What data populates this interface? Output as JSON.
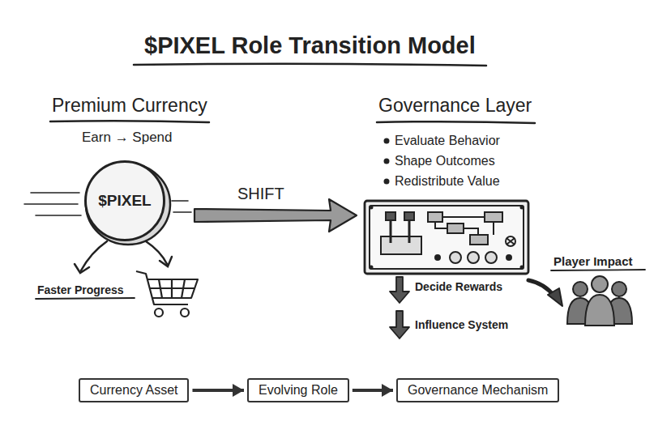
{
  "diagram": {
    "title": "$PIXEL Role Transition Model",
    "nodes": [
      {
        "text": [
          "$PIXEL"
        ]
      },
      {
        "text": [
          "Currency Asset"
        ]
      },
      {
        "text": [
          "Evolving Role"
        ]
      },
      {
        "text": [
          "Governance Mechanism"
        ]
      }
    ],
    "edges": [
      {
        "from": 1,
        "to": 2,
        "arrow": "to"
      },
      {
        "from": 2,
        "to": 3,
        "arrow": "to"
      }
    ],
    "labels": [
      "Premium Currency",
      "Earn → Spend",
      "Faster Progress",
      "SHIFT",
      "Governance Layer",
      "Evaluate Behavior",
      "Shape Outcomes",
      "Redistribute Value",
      "Decide Rewards",
      "Influence System",
      "Player Impact"
    ]
  }
}
